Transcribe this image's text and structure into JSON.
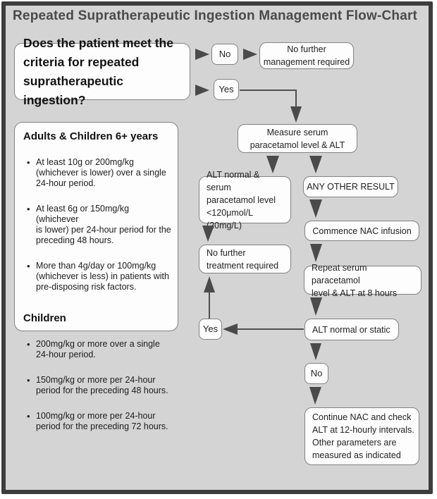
{
  "title": "Repeated Supratherapeutic Ingestion Management Flow-Chart",
  "question": "Does the patient meet the\ncriteria for repeated\nsupratherapeutic ingestion?",
  "labels": {
    "no_top": "No",
    "yes_top": "Yes",
    "yes_loop": "Yes",
    "no_branch": "No"
  },
  "nodes": {
    "no_further_management": "No further\nmanagement required",
    "measure_serum": "Measure serum\nparacetamol level & ALT",
    "alt_normal_level": "ALT normal & serum\nparacetamol level\n<120μmol/L (20mg/L)",
    "any_other_result": "ANY OTHER RESULT",
    "commence_nac": "Commence NAC infusion",
    "no_further_treatment": "No further\ntreatment required",
    "repeat_serum": "Repeat serum paracetamol\nlevel & ALT at 8 hours",
    "alt_normal_static": "ALT normal or static",
    "continue_nac": "Continue NAC and check\nALT at 12-hourly intervals.\nOther parameters are\nmeasured as indicated"
  },
  "criteria": {
    "adults_header": "Adults & Children 6+ years",
    "adults_bullets": [
      "At least 10g or 200mg/kg\n(whichever is lower) over a single\n24-hour period.",
      "At least 6g or 150mg/kg (whichever\nis lower) per 24-hour period for the\npreceding 48 hours.",
      "More than 4g/day or 100mg/kg\n(whichever is less) in patients with\npre-disposing risk factors."
    ],
    "children_header": "Children",
    "children_bullets": [
      "200mg/kg or more over a single\n24-hour period.",
      "150mg/kg or more per 24-hour\nperiod for the preceding 48 hours.",
      "100mg/kg or more per 24-hour\nperiod for the preceding 72 hours."
    ]
  },
  "colors": {
    "background": "#d4d4d4",
    "frame_border": "#3d3d3d",
    "node_border": "#828282",
    "arrow": "#4a4a4a",
    "title_text": "#4a4a4a"
  }
}
